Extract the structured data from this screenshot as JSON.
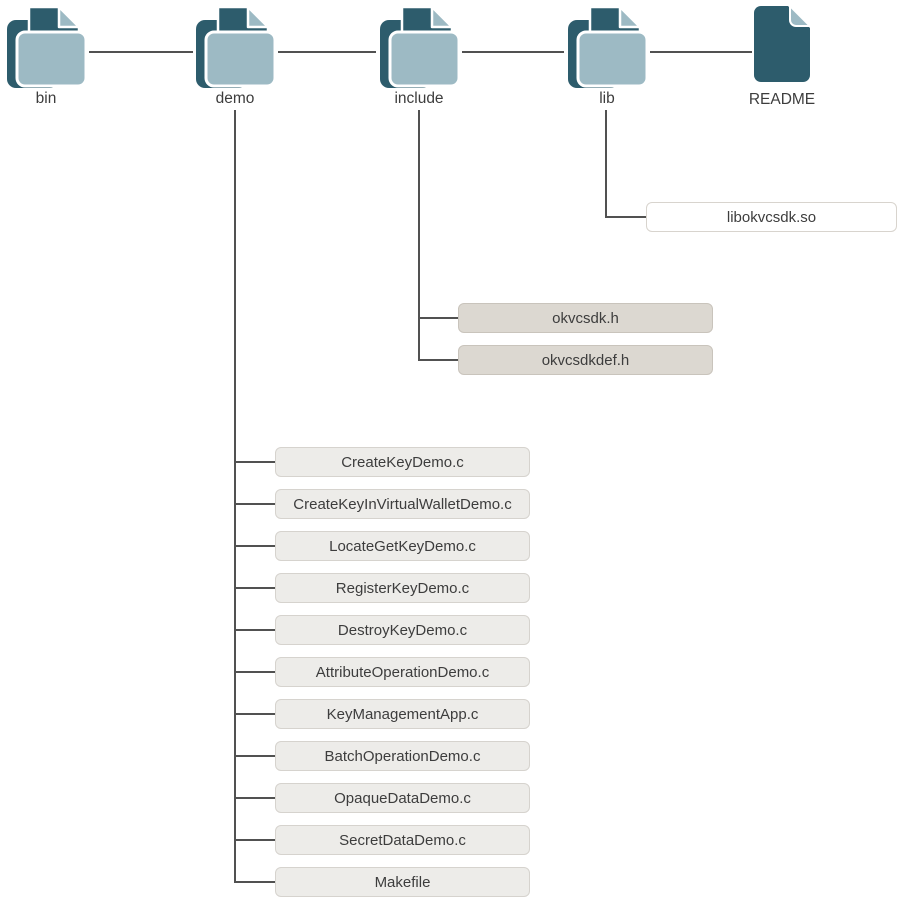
{
  "figure": {
    "type": "directory-structure-diagram",
    "roots": [
      {
        "label": "bin",
        "icon": "folder-icon"
      },
      {
        "label": "demo",
        "icon": "folder-icon"
      },
      {
        "label": "include",
        "icon": "folder-icon"
      },
      {
        "label": "lib",
        "icon": "folder-icon"
      },
      {
        "label": "README",
        "icon": "file-icon"
      }
    ],
    "lib_children": [
      {
        "label": "libokvcsdk.so"
      }
    ],
    "include_children": [
      {
        "label": "okvcsdk.h"
      },
      {
        "label": "okvcsdkdef.h"
      }
    ],
    "demo_children": [
      {
        "label": "CreateKeyDemo.c"
      },
      {
        "label": "CreateKeyInVirtualWalletDemo.c"
      },
      {
        "label": "LocateGetKeyDemo.c"
      },
      {
        "label": "RegisterKeyDemo.c"
      },
      {
        "label": "DestroyKeyDemo.c"
      },
      {
        "label": "AttributeOperationDemo.c"
      },
      {
        "label": "KeyManagementApp.c"
      },
      {
        "label": "BatchOperationDemo.c"
      },
      {
        "label": "OpaqueDataDemo.c"
      },
      {
        "label": "SecretDataDemo.c"
      },
      {
        "label": "Makefile"
      }
    ],
    "colors": {
      "icon_dark": "#2d5c6c",
      "icon_light": "#9dbac4",
      "line": "#515151",
      "box_demo_fill": "#edece9",
      "box_demo_border": "#d6d3ce",
      "box_include_fill": "#dcd8d1",
      "box_include_border": "#c9c4bc",
      "box_white_fill": "#ffffff",
      "box_white_border": "#d8d4ce",
      "text": "#3d3d3d"
    }
  }
}
